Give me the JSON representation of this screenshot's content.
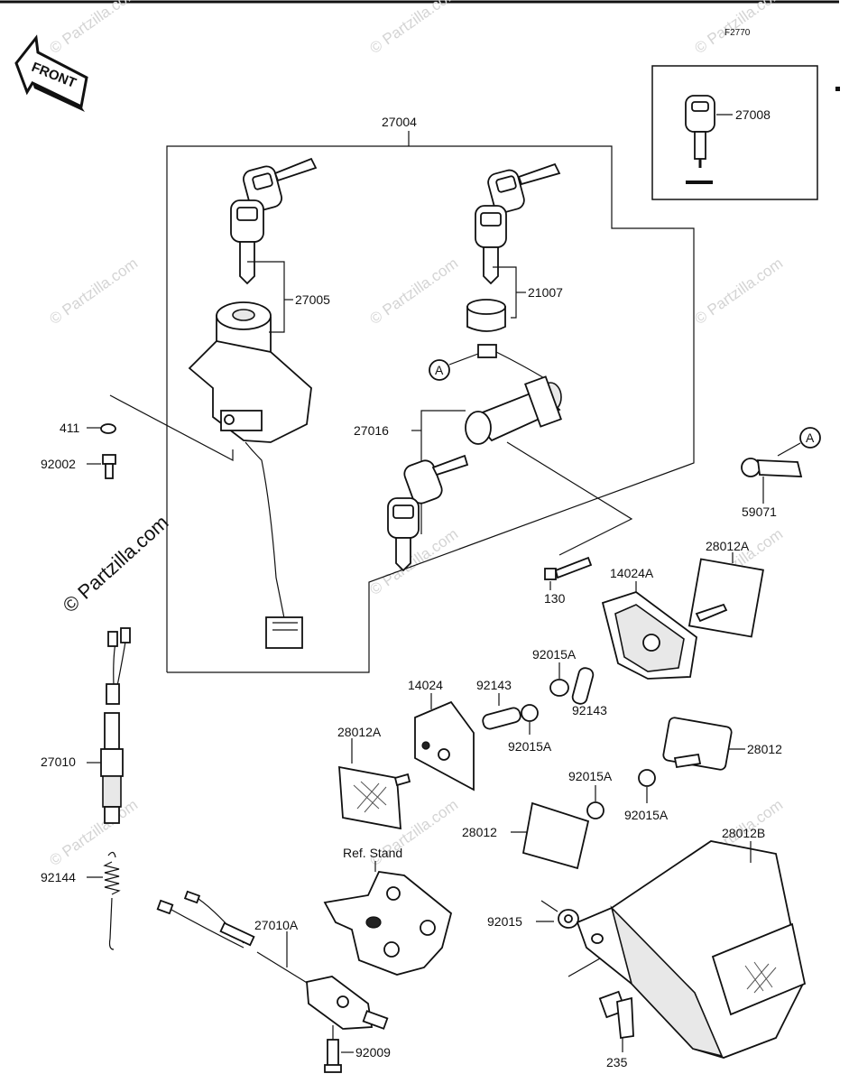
{
  "figure_code": "F2770",
  "front_label": "FRONT",
  "watermark": "© Partzilla.com",
  "callouts": {
    "A_top": "A",
    "A_right": "A",
    "p27004": "27004",
    "p27008": "27008",
    "p27005": "27005",
    "p21007": "21007",
    "p27016": "27016",
    "p411": "411",
    "p92002": "92002",
    "p59071": "59071",
    "p130": "130",
    "p14024A": "14024A",
    "p28012A_top": "28012A",
    "p92015A_1": "92015A",
    "p92143_1": "92143",
    "p14024": "14024",
    "p92143_2": "92143",
    "p28012A_left": "28012A",
    "p92015A_2": "92015A",
    "p28012_right": "28012",
    "p27010": "27010",
    "p92015A_3": "92015A",
    "p92015A_4": "92015A",
    "p28012_mid": "28012",
    "ref_stand": "Ref. Stand",
    "p28012B": "28012B",
    "p92144": "92144",
    "p27010A": "27010A",
    "p92015": "92015",
    "p235": "235",
    "p92009": "92009"
  }
}
